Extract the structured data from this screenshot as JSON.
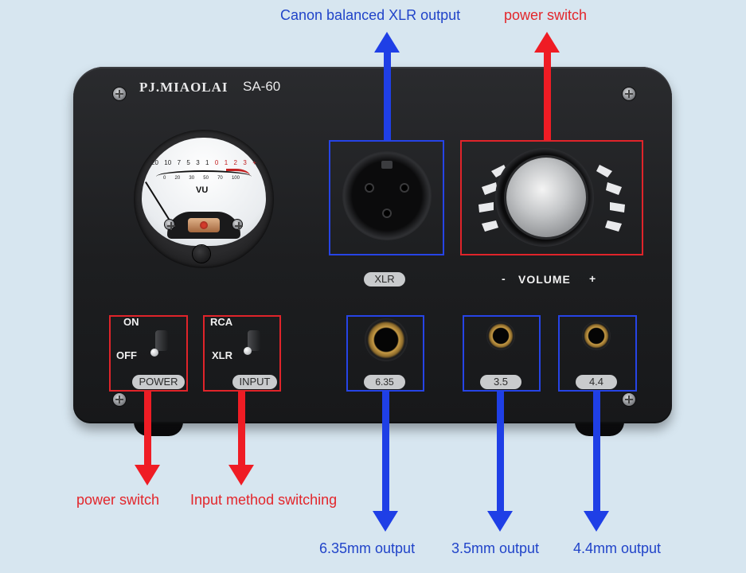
{
  "device": {
    "brand": "PJ.MIAOLAI",
    "model": "SA-60",
    "vu_meter": {
      "scale_top": [
        "20",
        "10",
        "7",
        "5",
        "3",
        "1",
        "0",
        "1",
        "2",
        "3",
        "+"
      ],
      "scale_bottom": [
        "0",
        "20",
        "30",
        "50",
        "70",
        "100"
      ],
      "label": "VU"
    },
    "xlr_label": "XLR",
    "volume": {
      "minus": "-",
      "label": "VOLUME",
      "plus": "+"
    },
    "power_switch": {
      "on": "ON",
      "off": "OFF",
      "label": "POWER"
    },
    "input_switch": {
      "top": "RCA",
      "bottom": "XLR",
      "label": "INPUT"
    },
    "jacks": [
      {
        "label": "6.35"
      },
      {
        "label": "3.5"
      },
      {
        "label": "4.4"
      }
    ]
  },
  "annotations": {
    "xlr_output": "Canon balanced XLR output",
    "power_switch_top": "power switch",
    "power_switch_bottom": "power switch",
    "input_switching": "Input method switching",
    "out_635": "6.35mm output",
    "out_35": "3.5mm output",
    "out_44": "4.4mm output"
  },
  "colors": {
    "background": "#d7e6f0",
    "annotation_red": "#e3262b",
    "annotation_blue": "#2144c9",
    "device_body": "#1d1e20"
  }
}
